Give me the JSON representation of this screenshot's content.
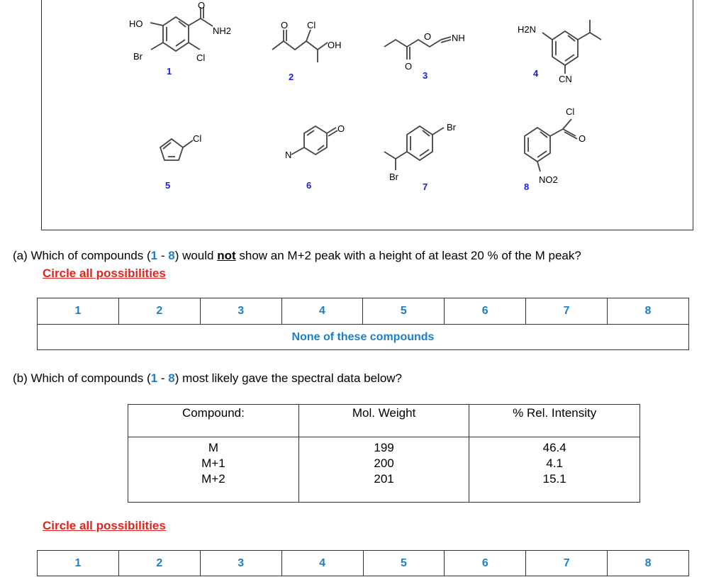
{
  "molecules": {
    "m1": {
      "number": "1",
      "labels": [
        "HO",
        "Br",
        "Cl",
        "NH2",
        "O"
      ]
    },
    "m2": {
      "number": "2",
      "labels": [
        "O",
        "Cl",
        "OH"
      ]
    },
    "m3": {
      "number": "3",
      "labels": [
        "O",
        "O",
        "NH"
      ]
    },
    "m4": {
      "number": "4",
      "labels": [
        "H2N",
        "CN"
      ]
    },
    "m5": {
      "number": "5",
      "labels": [
        "Cl"
      ]
    },
    "m6": {
      "number": "6",
      "labels": [
        "N",
        "O"
      ]
    },
    "m7": {
      "number": "7",
      "labels": [
        "Br",
        "Br"
      ]
    },
    "m8": {
      "number": "8",
      "labels": [
        "Cl",
        "O",
        "NO2"
      ]
    }
  },
  "part_a": {
    "prefix": "(a) Which of compounds (",
    "range_start": "1",
    "dash": " - ",
    "range_end": "8",
    "middle": ") would ",
    "emphasis": "not",
    "suffix": " show an M+2 peak with a height of at least 20 % of the M peak?",
    "instruction": "Circle all possibilities",
    "options": [
      "1",
      "2",
      "3",
      "4",
      "5",
      "6",
      "7",
      "8"
    ],
    "none_option": "None of these compounds"
  },
  "part_b": {
    "prefix": "(b) Which of compounds (",
    "range_start": "1",
    "dash": " - ",
    "range_end": "8",
    "suffix": ") most likely gave the spectral data below?",
    "table_headers": [
      "Compound:",
      "Mol. Weight",
      "% Rel. Intensity"
    ],
    "rows": [
      {
        "compound": "M",
        "mw": "199",
        "intensity": "46.4"
      },
      {
        "compound": "M+1",
        "mw": "200",
        "intensity": "4.1"
      },
      {
        "compound": "M+2",
        "mw": "201",
        "intensity": "15.1"
      }
    ],
    "instruction": "Circle all possibilities",
    "options": [
      "1",
      "2",
      "3",
      "4",
      "5",
      "6",
      "7",
      "8"
    ]
  },
  "colors": {
    "accent_blue": "#1e7fc8",
    "label_blue": "#1a1ae6",
    "instruction_red": "#e5231e"
  }
}
